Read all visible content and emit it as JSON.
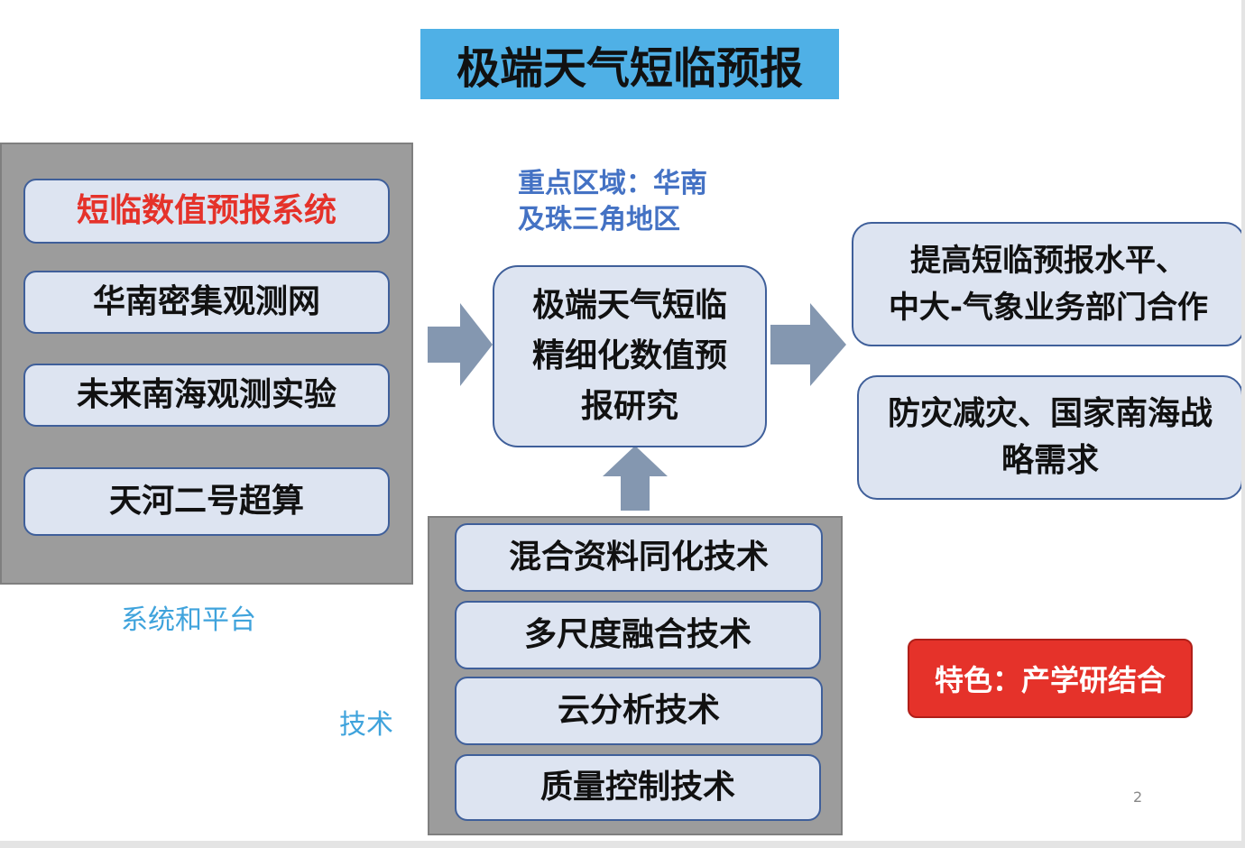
{
  "title": "极端天气短临预报",
  "systems": {
    "items": [
      {
        "label": "短临数值预报系统",
        "color": "#e5322a"
      },
      {
        "label": "华南密集观测网",
        "color": "#111111"
      },
      {
        "label": "未来南海观测实验",
        "color": "#111111"
      },
      {
        "label": "天河二号超算",
        "color": "#111111"
      }
    ],
    "caption": "系统和平台"
  },
  "region": {
    "line1": "重点区域：华南",
    "line2": "及珠三角地区"
  },
  "center": {
    "line1": "极端天气短临",
    "line2": "精细化数值预",
    "line3": "报研究"
  },
  "outcomes": [
    {
      "line1": "提高短临预报水平、",
      "line2": "中大-气象业务部门合作"
    },
    {
      "line1": "防灾减灾、国家南海战",
      "line2": "略需求"
    }
  ],
  "techniques": {
    "items": [
      {
        "label": "混合资料同化技术"
      },
      {
        "label": "多尺度融合技术"
      },
      {
        "label": "云分析技术"
      },
      {
        "label": "质量控制技术"
      }
    ],
    "caption": "技术"
  },
  "feature": "特色：产学研结合",
  "page_number": "2",
  "colors": {
    "title_bg": "#4fb0e6",
    "card_bg": "#dde4f1",
    "card_border": "#3f5f9a",
    "panel_bg": "#9c9c9c",
    "arrow": "#8497b0",
    "caption": "#3fa3dc",
    "region_text": "#4472c4",
    "feature_bg": "#e5322a"
  },
  "icons": {
    "arrow_right": "arrow-right-icon",
    "arrow_up": "arrow-up-icon"
  }
}
